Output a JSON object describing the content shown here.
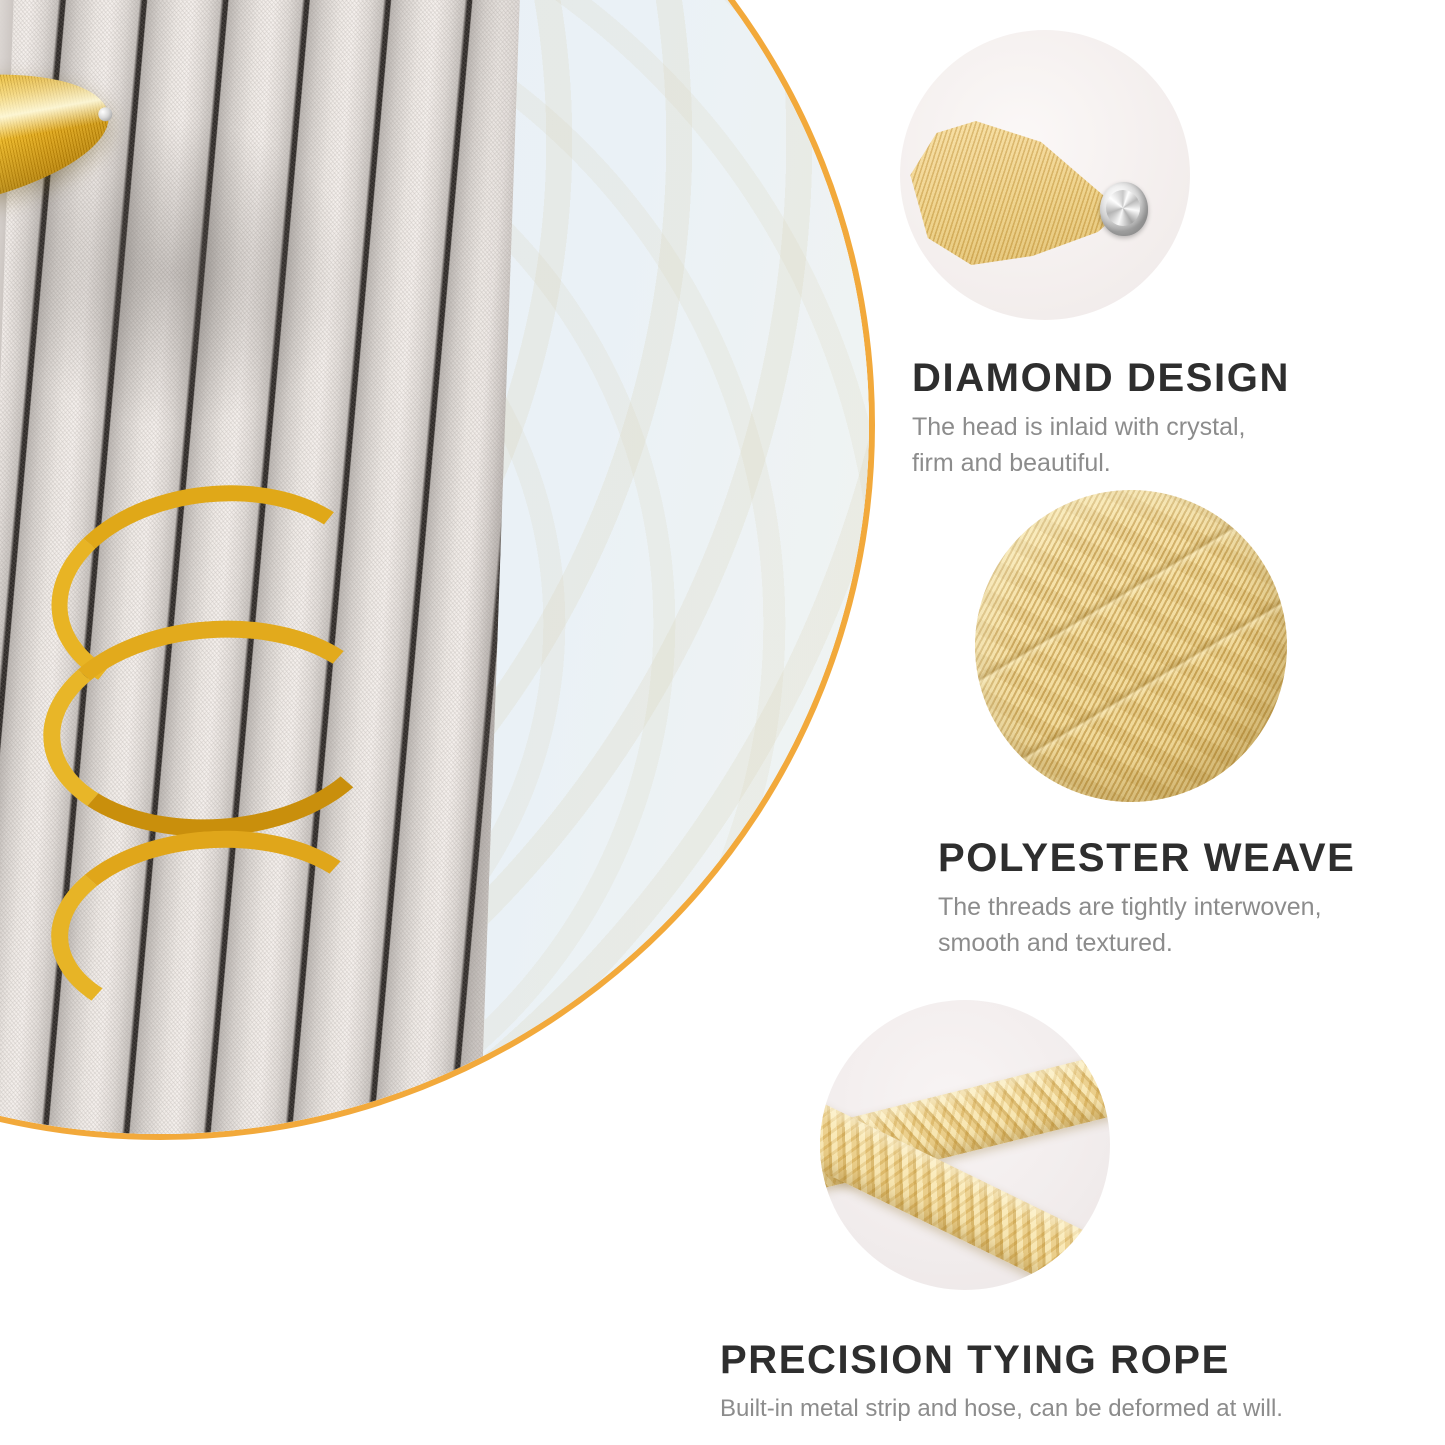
{
  "product": {
    "type": "curtain-tieback-infographic",
    "accent_color": "#F2A93B",
    "gold_color": "#E8B021",
    "title_color": "#2E2E2E",
    "desc_color": "#8C8C8C",
    "background_color": "#FFFFFF"
  },
  "hero": {
    "name": "main-product-photo",
    "alt": "Gold spindle curtain tieback wrapped around a pleated grey curtain",
    "border_color": "#F2A93B"
  },
  "features": [
    {
      "id": "diamond-design",
      "title": "DIAMOND DESIGN",
      "description": "The head is inlaid with crystal,\nfirm and beautiful.",
      "description_lines": [
        "The head is inlaid with crystal,",
        "firm and beautiful."
      ],
      "image_alt": "Close-up of the gold cone head with an inlaid clear crystal"
    },
    {
      "id": "polyester-weave",
      "title": "POLYESTER WEAVE",
      "description": "The threads are tightly interwoven,\nsmooth and textured.",
      "description_lines": [
        "The threads are tightly interwoven,",
        "smooth and textured."
      ],
      "image_alt": "Macro close-up of tightly interwoven gold polyester threads"
    },
    {
      "id": "precision-tying-rope",
      "title": "PRECISION TYING ROPE",
      "description": "Built-in metal strip and hose, can be deformed at will.",
      "description_lines": [
        "Built-in metal strip and hose, can be deformed at will."
      ],
      "image_alt": "Two braided gold rope strands crossing each other"
    }
  ]
}
